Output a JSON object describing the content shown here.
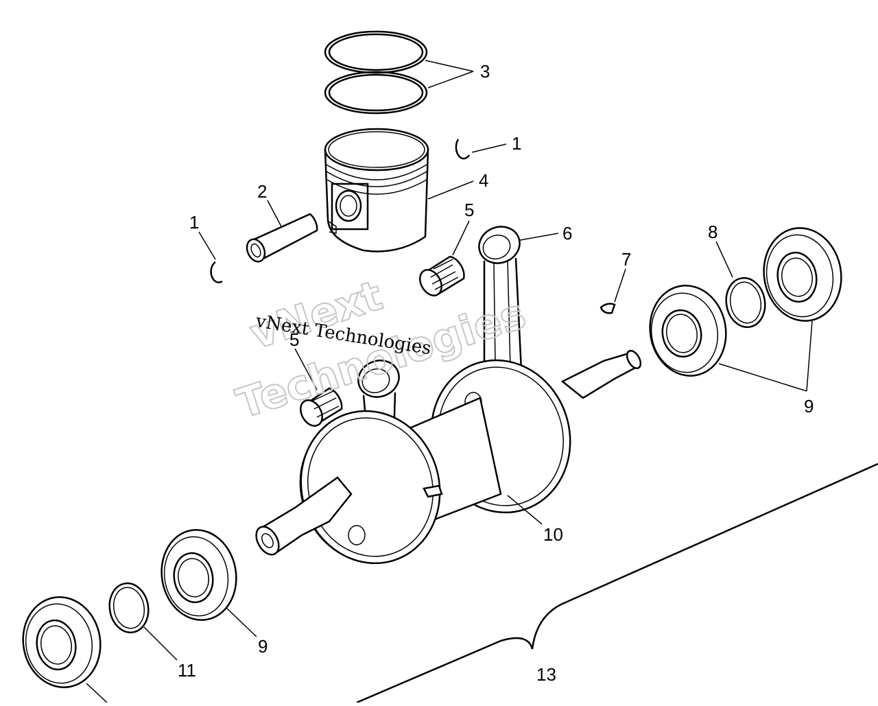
{
  "diagram": {
    "callouts": {
      "c1a": "1",
      "c1b": "1",
      "c2": "2",
      "c3": "3",
      "c4": "4",
      "c5a": "5",
      "c5b": "5",
      "c6": "6",
      "c7": "7",
      "c8": "8",
      "c9a": "9",
      "c9b": "9",
      "c10": "10",
      "c11": "11",
      "c13": "13"
    },
    "watermark": {
      "outline_line1": "vNext",
      "outline_line2": "Technologies",
      "serif_text": "vNext Technologies"
    }
  }
}
